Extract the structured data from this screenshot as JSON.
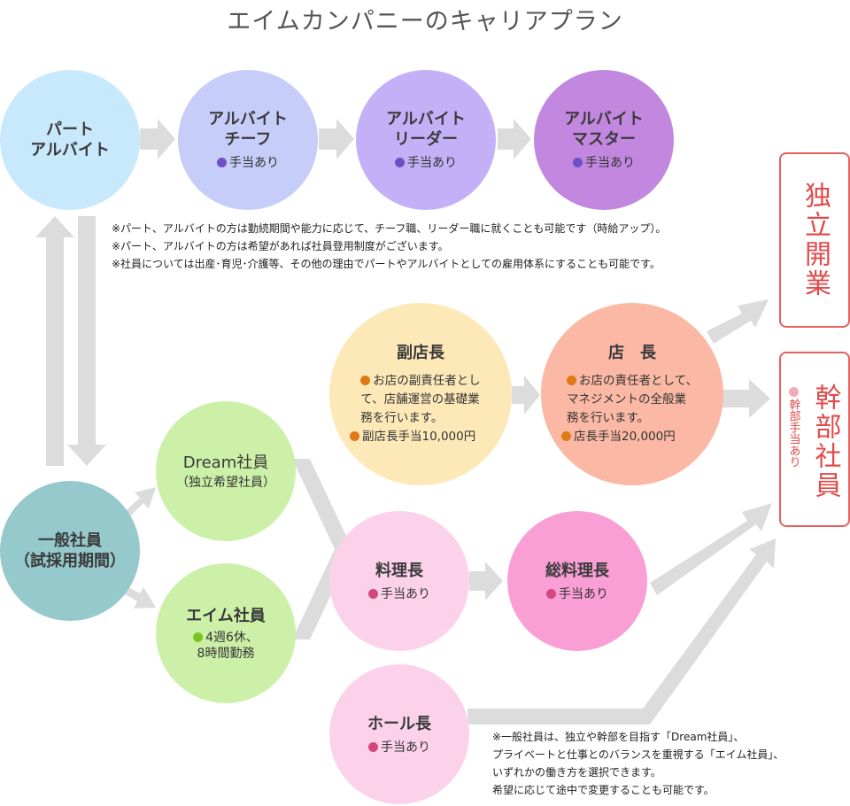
{
  "title": "エイムカンパニーのキャリアプラン",
  "allowance_label": "手当あり",
  "nodes": {
    "part": {
      "title": "パート\nアルバイト"
    },
    "chief": {
      "title": "アルバイト\nチーフ"
    },
    "leader": {
      "title": "アルバイト\nリーダー"
    },
    "master": {
      "title": "アルバイト\nマスター"
    },
    "general": {
      "title": "一般社員\n（試採用期間）"
    },
    "dream": {
      "title": "Dream社員",
      "sub": "（独立希望社員）"
    },
    "aim": {
      "title": "エイム社員",
      "detail": "4週6休、\n8時間勤務"
    },
    "vice": {
      "title": "副店長",
      "desc": "お店の副責任者とし\nて、店舗運営の基礎業\n務を行います。",
      "pay": "副店長手当10,000円"
    },
    "manager": {
      "title": "店　長",
      "desc": "お店の責任者として、\nマネジメントの全般業\n務を行います。",
      "pay": "店長手当20,000円"
    },
    "chef": {
      "title": "料理長"
    },
    "head_chef": {
      "title": "総料理長"
    },
    "hall": {
      "title": "ホール長"
    }
  },
  "goals": {
    "independence": "独立開業",
    "executive": "幹部社員",
    "executive_note": "幹部手当あり"
  },
  "notes_top": [
    "※パート、アルバイトの方は勤続期間や能力に応じて、チーフ職、リーダー職に就くことも可能です（時給アップ）。",
    "※パート、アルバイトの方は希望があれば社員登用制度がございます。",
    "※社員については出産･育児･介護等、その他の理由でパートやアルバイトとしての雇用体系にすることも可能です。"
  ],
  "notes_bottom": [
    "※一般社員は、独立や幹部を目指す「Dream社員」、",
    "プライベートと仕事とのバランスを重視する「エイム社員」、",
    "いずれかの働き方を選択できます。",
    "希望に応じて途中で変更することも可能です。"
  ],
  "colors": {
    "part": "#c8e8fb",
    "chief": "#c6cdf8",
    "leader": "#c3b0f7",
    "master": "#c287de",
    "general": "#96c9cc",
    "employee_type": "#cdf0a8",
    "vice": "#fde9b8",
    "manager": "#fbb8a4",
    "chef": "#fcd2ea",
    "head_chef": "#fa9ed6",
    "hall": "#fcd2ea",
    "dot_purple": "#6e4fc6",
    "dot_orange": "#e07a17",
    "dot_pink": "#d4467e",
    "dot_green": "#7ac41e",
    "arrow": "#dcdcdc",
    "goal_red": "#e24a4a"
  }
}
